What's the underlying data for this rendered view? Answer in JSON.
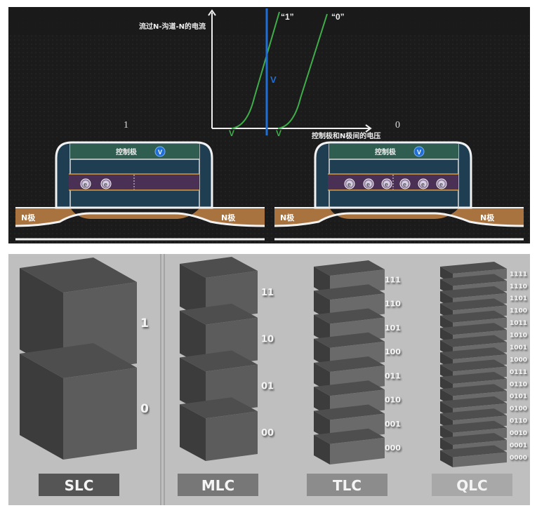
{
  "top": {
    "graph": {
      "y_axis_label": "流过N-沟道-N的电流",
      "x_axis_label": "控制极和N极间的电压",
      "curve_1_label": "“1”",
      "curve_0_label": "“0”",
      "vt_1_label": "V",
      "vt_0_label": "V",
      "vread_label": "V"
    },
    "cells": [
      {
        "state": "1",
        "gate_label": "控制极",
        "gate_icon": "V",
        "electron_count": 2,
        "source_label": "N极",
        "drain_label": "N极",
        "electron_symbol": "e"
      },
      {
        "state": "0",
        "gate_label": "控制极",
        "gate_icon": "V",
        "electron_count": 6,
        "source_label": "N极",
        "drain_label": "N极",
        "electron_symbol": "e"
      }
    ],
    "colors": {
      "curve": "#3fae4a",
      "vread": "#1f6fd6",
      "substrate": "#a8733e",
      "gate": "#2f5d50",
      "floating_gate": "#4b3056",
      "oxide": "#1f3e52",
      "orange": "#d99a3a"
    }
  },
  "bottom": {
    "stacks": [
      {
        "name": "SLC",
        "labels": [
          "1",
          "0"
        ]
      },
      {
        "name": "MLC",
        "labels": [
          "11",
          "10",
          "01",
          "00"
        ]
      },
      {
        "name": "TLC",
        "labels": [
          "111",
          "110",
          "101",
          "100",
          "011",
          "010",
          "001",
          "000"
        ]
      },
      {
        "name": "QLC",
        "labels": [
          "1111",
          "1110",
          "1101",
          "1100",
          "1011",
          "1010",
          "1001",
          "1000",
          "0111",
          "0110",
          "0101",
          "0100",
          "0110",
          "0010",
          "0001",
          "0000"
        ]
      }
    ]
  }
}
